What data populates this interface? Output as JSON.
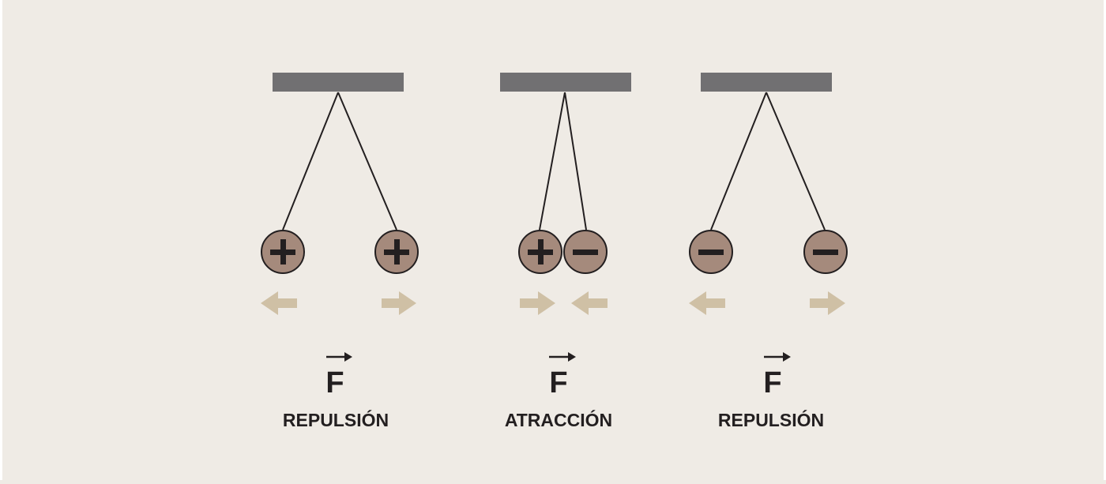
{
  "colors": {
    "background": "#EFEBE5",
    "support_bar": "#717072",
    "thread": "#231F20",
    "sphere_fill": "#A58A7C",
    "sphere_stroke": "#231F20",
    "sign": "#231F20",
    "arrow": "#CFC0A5",
    "text": "#231F20"
  },
  "panels": [
    {
      "id": "repulsion-positive",
      "spheres": [
        {
          "sign": "plus",
          "sign_text": "+"
        },
        {
          "sign": "plus",
          "sign_text": "+"
        }
      ],
      "arrows": [
        "left",
        "right"
      ],
      "force_symbol": "F",
      "label": "REPULSIÓN"
    },
    {
      "id": "attraction",
      "spheres": [
        {
          "sign": "plus",
          "sign_text": "+"
        },
        {
          "sign": "minus",
          "sign_text": "−"
        }
      ],
      "arrows": [
        "right",
        "left"
      ],
      "force_symbol": "F",
      "label": "ATRACCIÓN"
    },
    {
      "id": "repulsion-negative",
      "spheres": [
        {
          "sign": "minus",
          "sign_text": "−"
        },
        {
          "sign": "minus",
          "sign_text": "−"
        }
      ],
      "arrows": [
        "left",
        "right"
      ],
      "force_symbol": "F",
      "label": "REPULSIÓN"
    }
  ]
}
